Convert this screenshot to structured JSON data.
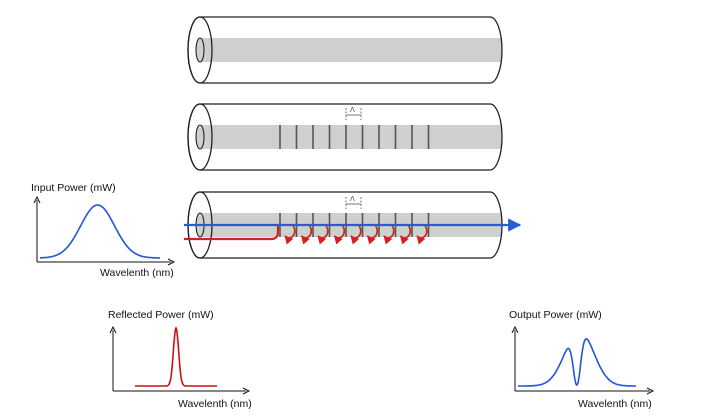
{
  "colors": {
    "fiber_outline": "#222222",
    "core": "#cfcfcf",
    "grating_line": "#555555",
    "input_curve": "#2255dd",
    "reflected_curve": "#cc1111",
    "output_curve": "#2255dd",
    "transmitted_arrow": "#2a5bd7",
    "reflected_arrow": "#d42020"
  },
  "grating_symbol": "Λ",
  "plots": {
    "input": {
      "ylabel": "Input Power (mW)",
      "xlabel": "Wavelenth (nm)"
    },
    "reflected": {
      "ylabel": "Reflected Power (mW)",
      "xlabel": "Wavelenth (nm)"
    },
    "output": {
      "ylabel": "Output Power (mW)",
      "xlabel": "Wavelenth (nm)"
    }
  }
}
